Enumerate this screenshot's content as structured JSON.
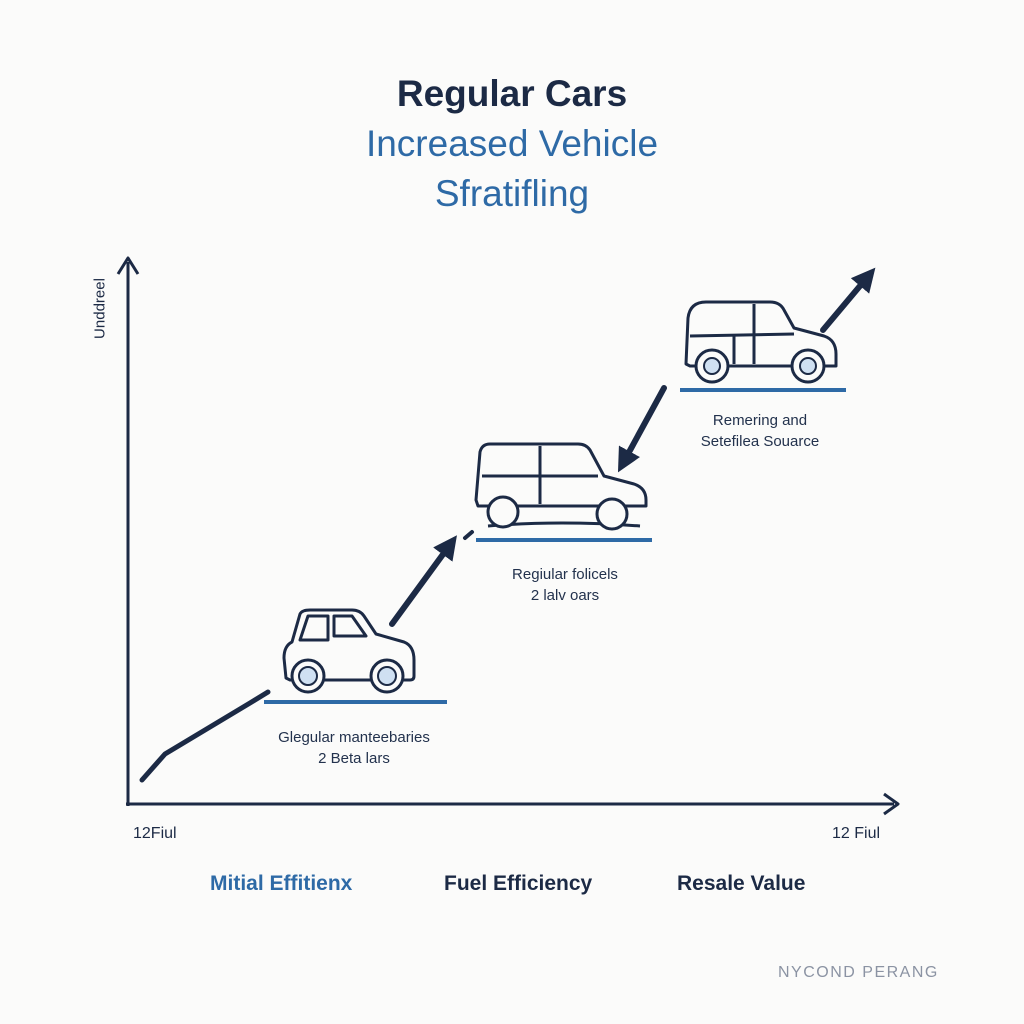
{
  "title": {
    "line1": "Regular Cars",
    "line2": "Increased Vehicle",
    "line3": "Sfratifling"
  },
  "axes": {
    "y_label": "Unddreel",
    "x_tick_left": "12Fiul",
    "x_tick_right": "12 Fiul"
  },
  "stages": [
    {
      "line1": "Glegular manteebaries",
      "line2": "2 Beta lars"
    },
    {
      "line1": "Regiular folicels",
      "line2": "2 lalv oars"
    },
    {
      "line1": "Remering and",
      "line2": "Setefilea Souarce"
    }
  ],
  "legend": [
    {
      "label": "Mitial Effitienx",
      "color": "#2e6aa6"
    },
    {
      "label": "Fuel Efficiency",
      "color": "#1c2a45"
    },
    {
      "label": "Resale Value",
      "color": "#1c2a45"
    }
  ],
  "watermark": "NYCOND PERANG",
  "colors": {
    "navy": "#1c2a45",
    "accent": "#2e6aa6",
    "wheel_fill": "#cfe0f2"
  }
}
